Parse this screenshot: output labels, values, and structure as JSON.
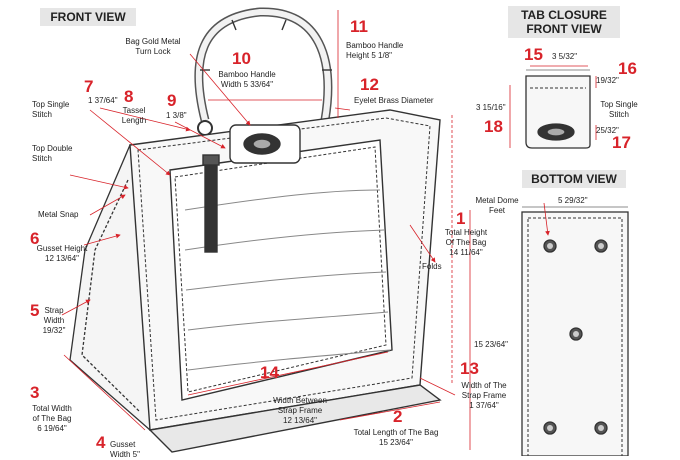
{
  "headers": {
    "front_view": "FRONT VIEW",
    "tab_closure_line1": "TAB CLOSURE",
    "tab_closure_line2": "FRONT VIEW",
    "bottom_view": "BOTTOM VIEW"
  },
  "callouts": [
    {
      "num": "1",
      "line1": "Total Height",
      "line2": "Of The Bag",
      "line3": "14 11/64\""
    },
    {
      "num": "2",
      "line1": "Total Length of  The Bag",
      "line2": "15 23/64\""
    },
    {
      "num": "3",
      "line1": "Total Width",
      "line2": "of  The Bag",
      "line3": "6 19/64\""
    },
    {
      "num": "4",
      "line1": "Gusset",
      "line2": "Width 5\""
    },
    {
      "num": "5",
      "line1": "Strap",
      "line2": "Width",
      "line3": "19/32\""
    },
    {
      "num": "6",
      "line1": "Gusset Height",
      "line2": "12 13/64\""
    },
    {
      "num": "7",
      "line1": "1 37/64\""
    },
    {
      "num": "8",
      "line1": "Tassel",
      "line2": "Length"
    },
    {
      "num": "9",
      "line1": "1 3/8\""
    },
    {
      "num": "10",
      "line1": "Bamboo Handle",
      "line2": "Width 5 33/64\""
    },
    {
      "num": "11",
      "line1": "Bamboo Handle",
      "line2": "Height 5 1/8\""
    },
    {
      "num": "12",
      "line1": "Eyelet Brass Diameter"
    },
    {
      "num": "13",
      "line1": "Width of The",
      "line2": "Strap Frame",
      "line3": "1 37/64\""
    },
    {
      "num": "14",
      "line1": "Width Between",
      "line2": "Strap Frame",
      "line3": "12 13/64\""
    },
    {
      "num": "15",
      "line1": "3 5/32\""
    },
    {
      "num": "16",
      "line1": "19/32\""
    },
    {
      "num": "17",
      "line1": "25/32\""
    },
    {
      "num": "18",
      "line1": "3 15/16\""
    }
  ],
  "labels": {
    "turn_lock_line1": "Bag Gold Metal",
    "turn_lock_line2": "Turn Lock",
    "top_single_stitch_line1": "Top Single",
    "top_single_stitch_line2": "Stitch",
    "top_double_stitch_line1": "Top Double",
    "top_double_stitch_line2": "Stitch",
    "metal_snap": "Metal Snap",
    "folds": "Folds",
    "tab_top_single_line1": "Top Single",
    "tab_top_single_line2": "Stitch",
    "metal_dome_line1": "Metal Dome",
    "metal_dome_line2": "Feet",
    "bottom_width": "5 29/32\"",
    "bottom_length": "15 23/64\""
  }
}
